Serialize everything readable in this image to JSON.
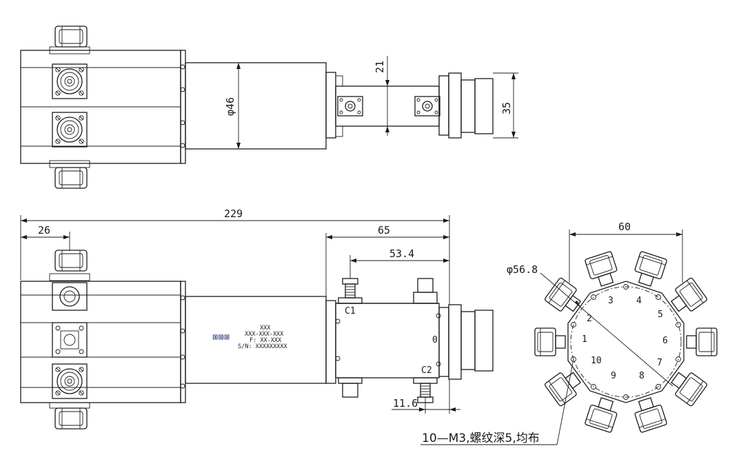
{
  "top_view": {
    "dim_diameter": "φ46",
    "dim_gap": "21",
    "dim_height": "35"
  },
  "front_view": {
    "dim_total_length": "229",
    "dim_left_offset": "26",
    "dim_right_section": "65",
    "dim_port_spacing": "53.4",
    "dim_port_offset": "11.6",
    "port_c1": "C1",
    "port_c2": "C2",
    "port_0": "0",
    "label_line1": "XXX",
    "label_line2": "XXX-XXX-XXX",
    "label_line3": "F: XX-XXX",
    "label_line4": "S/N: XXXXXXXXX"
  },
  "end_view": {
    "dim_width": "60",
    "dim_bolt_circle": "φ56.8",
    "port_numbers": [
      "1",
      "2",
      "3",
      "4",
      "5",
      "6",
      "7",
      "8",
      "9",
      "10"
    ],
    "note": "10—M3,螺纹深5,均布"
  }
}
